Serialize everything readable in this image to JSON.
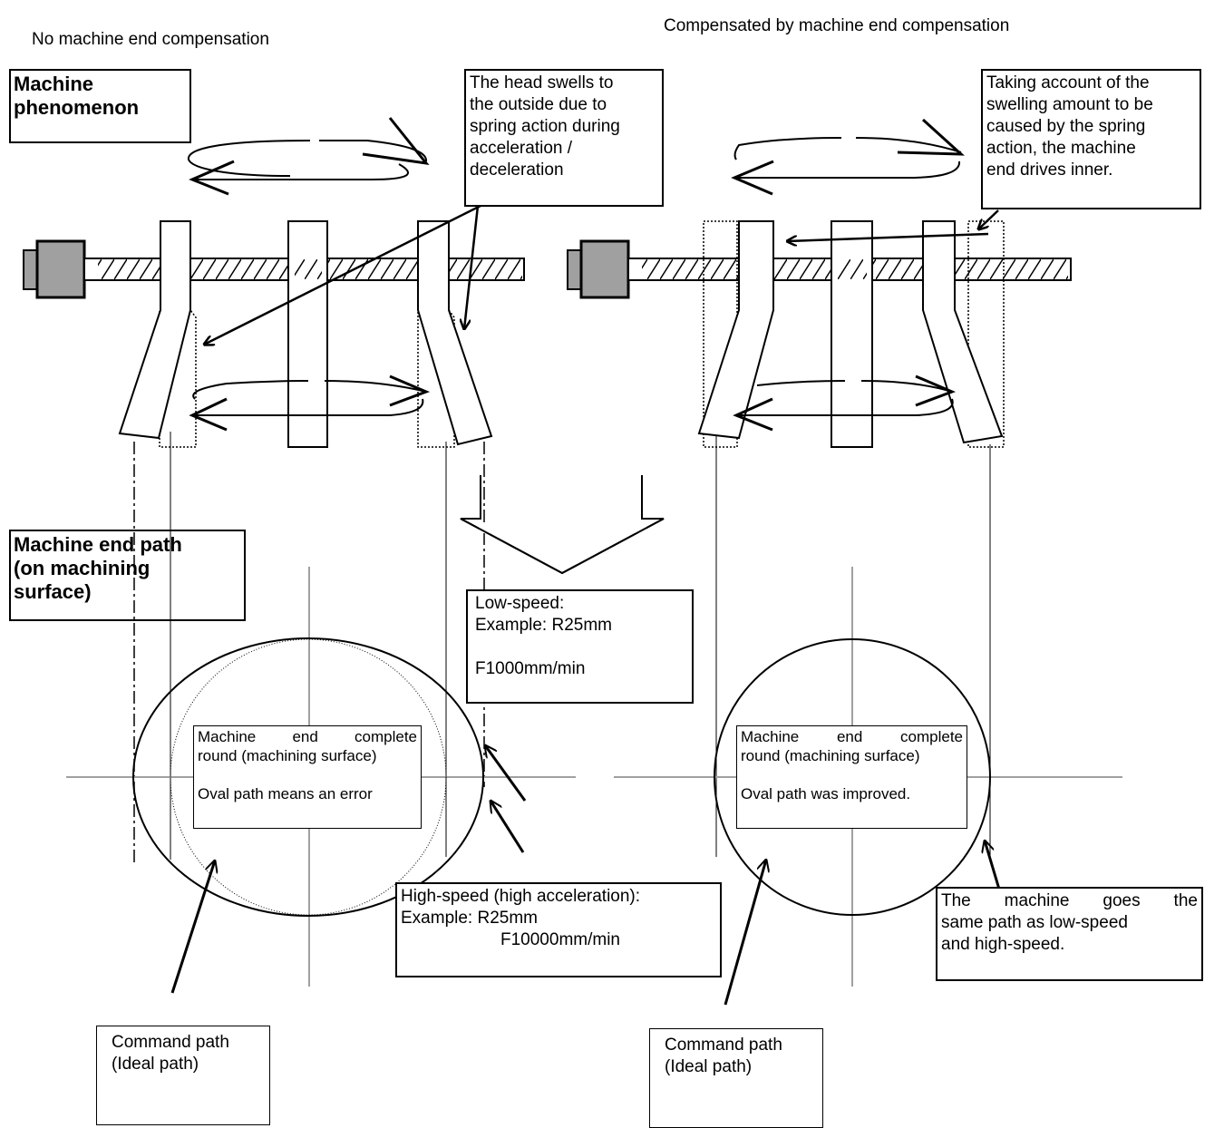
{
  "headings": {
    "left": "No machine end compensation",
    "right": "Compensated by machine end compensation"
  },
  "section_labels": {
    "phenomenon": [
      "Machine",
      "phenomenon"
    ],
    "path": [
      "Machine end path",
      "(on machining",
      "surface)"
    ]
  },
  "callouts": {
    "swell": [
      "The head swells to",
      "the outside due to",
      "spring action during",
      "acceleration /",
      "deceleration"
    ],
    "account": [
      "Taking account of the",
      "swelling amount to be",
      "caused by the spring",
      "action, the machine",
      "end drives inner."
    ],
    "low_speed": [
      "Low-speed:",
      "Example: R25mm",
      "",
      "F1000mm/min"
    ],
    "left_round": [
      "Machine end complete",
      "round (machining surface)",
      "",
      "Oval path means an error"
    ],
    "right_round": [
      "Machine end complete",
      "round (machining surface)",
      "",
      "Oval path was improved."
    ],
    "high_speed": [
      "High-speed (high acceleration):",
      "Example: R25mm",
      "F10000mm/min"
    ],
    "same_path": [
      "The machine goes the",
      "same path as low-speed",
      "and high-speed."
    ],
    "command_left": [
      "Command path",
      "(Ideal path)"
    ],
    "command_right": [
      "Command path",
      "(Ideal path)"
    ]
  },
  "icons": [
    "motor-icon",
    "ball-screw-icon",
    "head-icon",
    "arrow-icon",
    "circle-path-icon",
    "down-arrow-icon"
  ]
}
